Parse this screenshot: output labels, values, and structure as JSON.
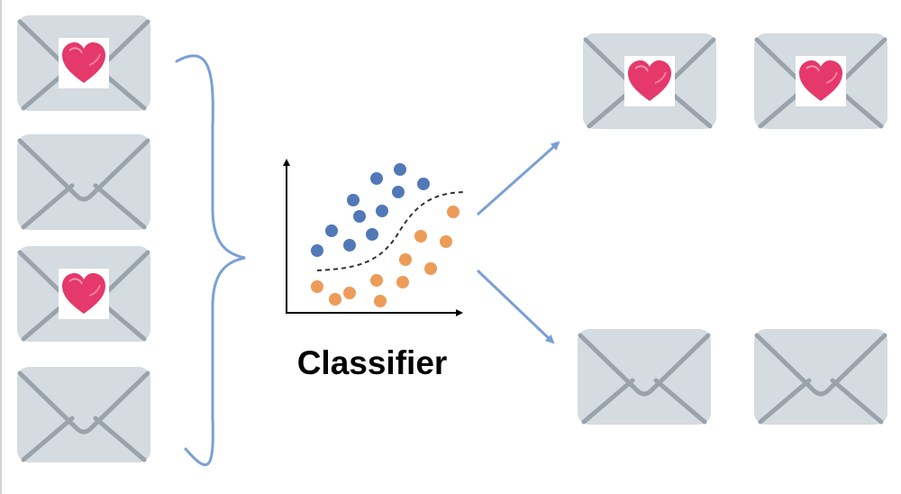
{
  "classifier": {
    "label": "Classifier"
  },
  "colors": {
    "envelope_body": "#d4dbe1",
    "envelope_lines": "#9aa3ab",
    "heart": "#e5386b",
    "bracket": "#7aa0d6",
    "arrow": "#7aa0d6",
    "class_a_points": "#5278b8",
    "class_b_points": "#ec9c58",
    "axis": "#000000"
  },
  "input_emails": [
    {
      "kind": "loved"
    },
    {
      "kind": "plain"
    },
    {
      "kind": "loved"
    },
    {
      "kind": "plain"
    }
  ],
  "output_groups": [
    {
      "kind": "loved",
      "count": 2
    },
    {
      "kind": "plain",
      "count": 2
    }
  ],
  "icons": [
    "envelope-icon",
    "heart-stamp-icon",
    "curly-bracket-icon",
    "arrow-icon",
    "scatter-plot-icon"
  ]
}
